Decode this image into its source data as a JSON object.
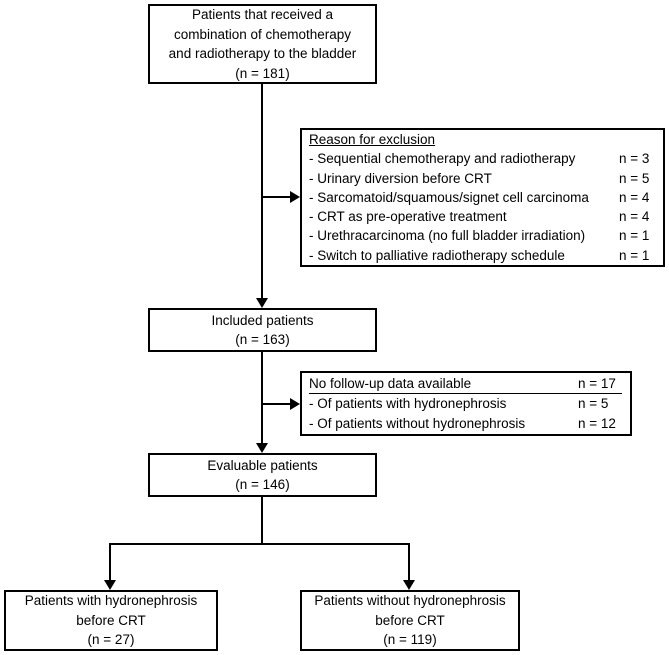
{
  "figure": {
    "top_box": {
      "lines": [
        "Patients that received a",
        "combination of chemotherapy",
        "and radiotherapy to the bladder",
        "(n = 181)"
      ]
    },
    "exclusion_box": {
      "title": "Reason for exclusion",
      "rows": [
        {
          "label": "- Sequential chemotherapy and radiotherapy",
          "value": "n = 3"
        },
        {
          "label": "- Urinary diversion before CRT",
          "value": "n = 5"
        },
        {
          "label": "- Sarcomatoid/squamous/signet cell carcinoma",
          "value": "n = 4"
        },
        {
          "label": "- CRT as pre-operative treatment",
          "value": "n = 4"
        },
        {
          "label": "- Urethracarcinoma (no full bladder irradiation)",
          "value": "n = 1"
        },
        {
          "label": "- Switch to palliative radiotherapy schedule",
          "value": "n = 1"
        }
      ]
    },
    "included_box": {
      "lines": [
        "Included patients",
        "(n = 163)"
      ]
    },
    "followup_box": {
      "header": {
        "label": "No follow-up data available",
        "value": "n = 17"
      },
      "rows": [
        {
          "label": "- Of patients with hydronephrosis",
          "value": "n = 5"
        },
        {
          "label": "- Of patients without hydronephrosis",
          "value": "n = 12"
        }
      ]
    },
    "evaluable_box": {
      "lines": [
        "Evaluable patients",
        "(n = 146)"
      ]
    },
    "bottom_left_box": {
      "lines": [
        "Patients with hydronephrosis",
        "before CRT",
        "(n = 27)"
      ]
    },
    "bottom_right_box": {
      "lines": [
        "Patients without hydronephrosis",
        "before CRT",
        "(n = 119)"
      ]
    },
    "colors": {
      "line": "#000000",
      "border": "#000000",
      "background": "#ffffff",
      "text": "#000000"
    }
  }
}
